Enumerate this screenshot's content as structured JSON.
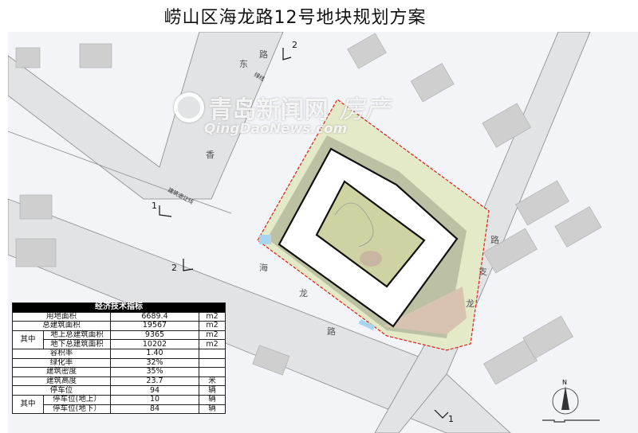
{
  "title": "崂山区海龙路12号地块规划方案",
  "watermark": {
    "logo_text": "青岛新闻网",
    "section": "房产",
    "url": "QingDaoNews.com"
  },
  "map_labels": {
    "green_line": "绿线",
    "setback_line": "建筑退让线",
    "section_marks": [
      "1",
      "1",
      "2",
      "2"
    ],
    "north": "N",
    "road_top": [
      "香",
      "东",
      "路"
    ],
    "road_bottom": [
      "海",
      "龙",
      "路"
    ],
    "road_right": [
      "路",
      "支",
      "龙"
    ]
  },
  "table": {
    "header": "经济技术指标",
    "group_label": "其中",
    "rows": [
      {
        "label": "用地面积",
        "value": "6689.4",
        "unit": "m2"
      },
      {
        "label": "总建筑面积",
        "value": "19567",
        "unit": "m2"
      },
      {
        "label": "地上总建筑面积",
        "value": "9365",
        "unit": "m2"
      },
      {
        "label": "地下总建筑面积",
        "value": "10202",
        "unit": "m2"
      },
      {
        "label": "容积率",
        "value": "1.40",
        "unit": ""
      },
      {
        "label": "绿化率",
        "value": "32%",
        "unit": ""
      },
      {
        "label": "建筑密度",
        "value": "35%",
        "unit": ""
      },
      {
        "label": "建筑高度",
        "value": "23.7",
        "unit": "米"
      },
      {
        "label": "停车位",
        "value": "94",
        "unit": "辆"
      },
      {
        "label": "停车位(地上）",
        "value": "10",
        "unit": "辆"
      },
      {
        "label": "停车位(地下）",
        "value": "84",
        "unit": "辆"
      }
    ]
  }
}
